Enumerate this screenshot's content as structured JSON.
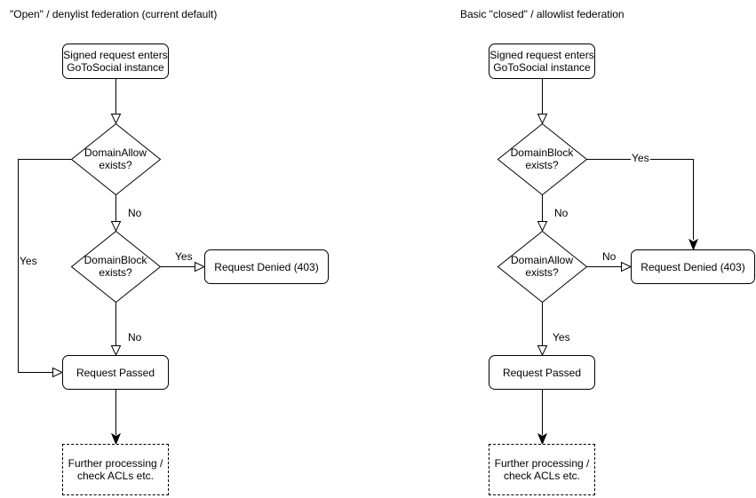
{
  "diagram": {
    "colors": {
      "stroke": "#000000",
      "node_fill": "#ffffff",
      "text": "#000000",
      "background": "#ffffff"
    },
    "left": {
      "title": "\"Open\" / denylist federation (current default)",
      "nodes": {
        "start": "Signed request enters\nGoToSocial instance",
        "decision1": "DomainAllow\nexists?",
        "decision2": "DomainBlock\nexists?",
        "denied": "Request Denied (403)",
        "passed": "Request Passed",
        "further": "Further processing /\ncheck ACLs etc."
      },
      "edge_labels": {
        "decision1_yes": "Yes",
        "decision1_no": "No",
        "decision2_yes": "Yes",
        "decision2_no": "No"
      }
    },
    "right": {
      "title": "Basic \"closed\" / allowlist federation",
      "nodes": {
        "start": "Signed request enters\nGoToSocial instance",
        "decision1": "DomainBlock\nexists?",
        "decision2": "DomainAllow\nexists?",
        "denied": "Request Denied (403)",
        "passed": "Request Passed",
        "further": "Further processing /\ncheck ACLs etc."
      },
      "edge_labels": {
        "decision1_yes": "Yes",
        "decision1_no": "No",
        "decision2_no": "No",
        "decision2_yes": "Yes"
      }
    }
  }
}
